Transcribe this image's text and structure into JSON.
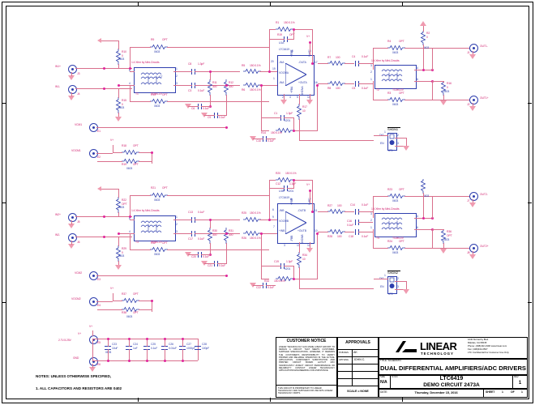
{
  "sheet": {
    "notes": [
      "NOTES: UNLESS OTHERWISE SPECIFIED,",
      "1.  ALL CAPACITORS AND RESISTORS ARE 0402"
    ]
  },
  "title_block": {
    "customer_notice": {
      "heading": "CUSTOMER NOTICE",
      "body": "LINEAR TECHNOLOGY HAS MADE A BEST EFFORT TO DESIGN A CIRCUIT THAT MEETS CUSTOMER-SUPPLIED SPECIFICATIONS; HOWEVER, IT REMAINS THE CUSTOMER'S RESPONSIBILITY TO VERIFY PROPER AND RELIABLE OPERATION IN THE ACTUAL APPLICATION.  COMPONENT SUBSTITUTION AND PRINTED CIRCUIT BOARD LAYOUT MAY SIGNIFICANTLY AFFECT CIRCUIT PERFORMANCE OR RELIABILITY.  CONTACT LINEAR TECHNOLOGY APPLICATIONS ENGINEERING FOR ASSISTANCE.",
      "proprietary": "THIS CIRCUIT IS PROPRIETARY TO LINEAR TECHNOLOGY AND SUPPLIED FOR USE WITH LINEAR TECHNOLOGY PARTS."
    },
    "approvals": {
      "heading": "APPROVALS",
      "rows": [
        {
          "label": "PCB DES.",
          "value": "AK"
        },
        {
          "label": "APP ENG.",
          "value": "JOHN C."
        }
      ],
      "scale_label": "SCALE = NONE"
    },
    "company": {
      "name": "LINEAR",
      "sub": "TECHNOLOGY",
      "address": [
        "1630 McCarthy Blvd.",
        "Milpitas, CA 95035",
        "Phone: (408)432-1900   www.linear.com",
        "Fax: (408)434-0507",
        "LTC Confidential For Customer Use Only"
      ]
    },
    "title_label": "TITLE:  SCHEMATIC",
    "title": "DUAL DIFFERENTIAL AMPLIFIERS/ADC DRIVERS",
    "size_label": "SIZE",
    "size_value": "N/A",
    "ic_no_label": "IC NO.",
    "ic_no": "LTC6419",
    "demo_circuit": "DEMO CIRCUIT 2473A",
    "rev_label": "REV.",
    "rev": "1",
    "date_label": "DATE:",
    "date": "Thursday, December 15, 2016",
    "sheet_label": "SHEET",
    "sheet_no": "1",
    "of_label": "OF",
    "sheet_total": "1"
  },
  "channels": [
    {
      "id": "ch1",
      "ic": {
        "ref": "U1A",
        "part": "LTC6419",
        "pins_left": [
          {
            "num": "20",
            "name": "-INA"
          },
          {
            "num": "19",
            "name": "VOCMA"
          },
          {
            "num": "1",
            "name": "-INA"
          }
        ],
        "pins_right": [
          {
            "num": "17",
            "name": "-OUTA"
          },
          {
            "num": "16",
            "name": "+OUTA"
          }
        ],
        "pins_top": [
          {
            "num": "18",
            "name": "+FBA"
          },
          {
            "num": "15",
            "name": "V+"
          }
        ],
        "pins_bottom": [
          {
            "num": "2",
            "name": "+FBA"
          },
          {
            "num": "4",
            "name": "+FBA"
          },
          {
            "num": "5",
            "name": "SHDNA"
          },
          {
            "num": "14",
            "name": "V-"
          }
        ]
      },
      "inputs": [
        {
          "ref": "J3",
          "label": "IN1+"
        },
        {
          "ref": "J4",
          "label": "IN1-"
        },
        {
          "ref": "E1",
          "label": "VCM1"
        },
        {
          "ref": "E2",
          "label": "VOCM1"
        }
      ],
      "outputs": [
        {
          "ref": "J1",
          "label": "OUT1-"
        },
        {
          "ref": "J2",
          "label": "OUT1+"
        }
      ],
      "transformers": [
        {
          "ref": "T1",
          "part": "TCM4-19",
          "note": "1:4 Xfmr by Mini-Circuits"
        },
        {
          "ref": "T2",
          "part": "TCM4-19",
          "note": "1:4 Xfmr by Mini-Circuits"
        }
      ],
      "jumper": {
        "ref": "JP1",
        "label": "SHDN1",
        "opt_dis": "DIS",
        "opt_en": "EN"
      },
      "rail": "V+",
      "components": [
        {
          "ref": "R9",
          "value": "OPT",
          "pkg": "0603"
        },
        {
          "ref": "R13",
          "value": "OPT",
          "pkg": "0603"
        },
        {
          "ref": "R10",
          "value": "0",
          "pkg": "0603"
        },
        {
          "ref": "R15",
          "value": "0",
          "pkg": "0603"
        },
        {
          "ref": "R11",
          "value": "300",
          "pkg": ""
        },
        {
          "ref": "R12",
          "value": "300",
          "pkg": ""
        },
        {
          "ref": "R5",
          "value": "150 0.1%",
          "pkg": ""
        },
        {
          "ref": "R6",
          "value": "150 0.1%",
          "pkg": ""
        },
        {
          "ref": "R1",
          "value": "150 0.1%",
          "pkg": ""
        },
        {
          "ref": "R14",
          "value": "150 0.1%",
          "pkg": ""
        },
        {
          "ref": "R17",
          "value": "10",
          "pkg": ""
        },
        {
          "ref": "R7",
          "value": "100",
          "pkg": ""
        },
        {
          "ref": "R8",
          "value": "100",
          "pkg": ""
        },
        {
          "ref": "R4",
          "value": "OPT",
          "pkg": "0603"
        },
        {
          "ref": "R3",
          "value": "OPT",
          "pkg": "0603"
        },
        {
          "ref": "R16",
          "value": "0",
          "pkg": "0603"
        },
        {
          "ref": "R2",
          "value": "0",
          "pkg": "0603"
        },
        {
          "ref": "R18",
          "value": "OPT",
          "pkg": ""
        },
        {
          "ref": "R19",
          "value": "OPT",
          "pkg": ""
        },
        {
          "ref": "C1",
          "value": "1.3pF",
          "pkg": "0201"
        },
        {
          "ref": "C8",
          "value": "1.3pF",
          "pkg": "0201"
        },
        {
          "ref": "C3",
          "value": "0.1uF",
          "pkg": ""
        },
        {
          "ref": "C6",
          "value": "0.1uF",
          "pkg": ""
        },
        {
          "ref": "C9",
          "value": "0.1uF",
          "pkg": ""
        },
        {
          "ref": "C10",
          "value": "0.1uF",
          "pkg": ""
        },
        {
          "ref": "C11",
          "value": "0.1uF",
          "pkg": ""
        },
        {
          "ref": "C4",
          "value": "0.1uF",
          "pkg": ""
        },
        {
          "ref": "C5",
          "value": "0.1uF",
          "pkg": ""
        },
        {
          "ref": "C7",
          "value": "0.1uF",
          "pkg": ""
        }
      ]
    },
    {
      "id": "ch2",
      "ic": {
        "ref": "U1B",
        "part": "LTC6419",
        "pins_left": [
          {
            "num": "6",
            "name": "-INB"
          },
          {
            "num": "9",
            "name": "VOCMB"
          },
          {
            "num": "7",
            "name": "+INB"
          }
        ],
        "pins_right": [
          {
            "num": "11",
            "name": "-OUTB"
          },
          {
            "num": "10",
            "name": "+OUTB"
          }
        ],
        "pins_top": [
          {
            "num": "8",
            "name": "+FBB"
          },
          {
            "num": "12",
            "name": "V+B"
          }
        ],
        "pins_bottom": [
          {
            "num": "3",
            "name": "-FBB"
          },
          {
            "num": "13",
            "name": "SHDNB"
          },
          {
            "num": "12",
            "name": "V-"
          }
        ]
      },
      "inputs": [
        {
          "ref": "J5",
          "label": "IN2+"
        },
        {
          "ref": "J6",
          "label": "IN2-"
        },
        {
          "ref": "E3",
          "label": "VCM2"
        },
        {
          "ref": "E4",
          "label": "VOCM2"
        }
      ],
      "outputs": [
        {
          "ref": "J7",
          "label": "OUT2-"
        },
        {
          "ref": "J8",
          "label": "OUT2+"
        }
      ],
      "transformers": [
        {
          "ref": "T3",
          "part": "TCM4-19",
          "note": "1:4 Xfmr by Mini-Circuits"
        },
        {
          "ref": "T4",
          "part": "TCM4-19",
          "note": "1:4 Xfmr by Mini-Circuits"
        }
      ],
      "jumper": {
        "ref": "JP2",
        "label": "SHDN2",
        "opt_dis": "DIS",
        "opt_en": "EN"
      },
      "rail": "V+",
      "components": [
        {
          "ref": "R21",
          "value": "OPT",
          "pkg": "0603"
        },
        {
          "ref": "R32",
          "value": "OPT",
          "pkg": "0603"
        },
        {
          "ref": "R22",
          "value": "OPT",
          "pkg": "0603"
        },
        {
          "ref": "R29",
          "value": "0",
          "pkg": "0603"
        },
        {
          "ref": "R30",
          "value": "300",
          "pkg": ""
        },
        {
          "ref": "R31",
          "value": "300",
          "pkg": ""
        },
        {
          "ref": "R25",
          "value": "150 0.1%",
          "pkg": ""
        },
        {
          "ref": "R26",
          "value": "150 0.1%",
          "pkg": ""
        },
        {
          "ref": "R20",
          "value": "150 0.1%",
          "pkg": ""
        },
        {
          "ref": "R33",
          "value": "150 0.1%",
          "pkg": ""
        },
        {
          "ref": "R34",
          "value": "10",
          "pkg": ""
        },
        {
          "ref": "R27",
          "value": "100",
          "pkg": ""
        },
        {
          "ref": "R28",
          "value": "100",
          "pkg": ""
        },
        {
          "ref": "R23",
          "value": "OPT",
          "pkg": "0603"
        },
        {
          "ref": "R24",
          "value": "OPT",
          "pkg": "0603"
        },
        {
          "ref": "R35",
          "value": "OPT",
          "pkg": "0603"
        },
        {
          "ref": "R36",
          "value": "OPT",
          "pkg": ""
        },
        {
          "ref": "R37",
          "value": "OPT",
          "pkg": ""
        },
        {
          "ref": "R38",
          "value": "OPT",
          "pkg": ""
        },
        {
          "ref": "C12",
          "value": "1.3pF",
          "pkg": "0201"
        },
        {
          "ref": "C19",
          "value": "1.3pF",
          "pkg": "0201"
        },
        {
          "ref": "C13",
          "value": "0.1uF",
          "pkg": ""
        },
        {
          "ref": "C17",
          "value": "0.1uF",
          "pkg": ""
        },
        {
          "ref": "C20",
          "value": "0.1uF",
          "pkg": ""
        },
        {
          "ref": "C21",
          "value": "0.1uF",
          "pkg": ""
        },
        {
          "ref": "C22",
          "value": "0.1uF",
          "pkg": ""
        },
        {
          "ref": "C14",
          "value": "0.1uF",
          "pkg": ""
        },
        {
          "ref": "C16",
          "value": "0.1uF",
          "pkg": ""
        },
        {
          "ref": "C18",
          "value": "0.1uF",
          "pkg": ""
        }
      ]
    }
  ],
  "power": {
    "vplus": {
      "ref": "E5",
      "label": "V+",
      "range": "2.7V-5.25V"
    },
    "gnd": {
      "ref": "E6",
      "label": "GND"
    },
    "caps": [
      {
        "ref": "C23",
        "value": "10uF",
        "pkg": "0805"
      },
      {
        "ref": "C24",
        "value": "1uF",
        "pkg": ""
      },
      {
        "ref": "C25",
        "value": "0.1uF",
        "pkg": ""
      },
      {
        "ref": "C26",
        "value": "0.01uF",
        "pkg": ""
      },
      {
        "ref": "C27",
        "value": "1000pF",
        "pkg": ""
      },
      {
        "ref": "C28",
        "value": "100pF",
        "pkg": ""
      }
    ]
  },
  "grid": {
    "cols": [
      "1",
      "2",
      "3",
      "4"
    ],
    "rows": [
      "A",
      "B",
      "C",
      "D"
    ]
  }
}
